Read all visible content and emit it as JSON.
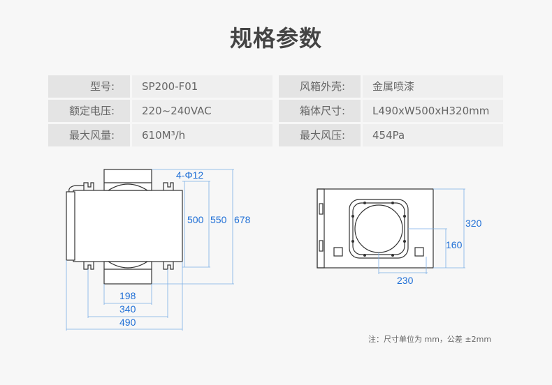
{
  "title": "规格参数",
  "specs": [
    {
      "label": "型号:",
      "value": "SP200-F01",
      "label2": "风箱外壳:",
      "value2": "金属喷漆"
    },
    {
      "label": "额定电压:",
      "value": "220~240VAC",
      "label2": "箱体尺寸:",
      "value2": "L490xW500xH320mm"
    },
    {
      "label": "最大风量:",
      "value": "610M³/h",
      "label2": "最大风压:",
      "value2": "454Pa"
    }
  ],
  "drawing_left": {
    "holes": "4-Φ12",
    "h1": "500",
    "h2": "550",
    "h3": "678",
    "w1": "198",
    "w2": "340",
    "w3": "490"
  },
  "drawing_right": {
    "h1": "320",
    "h2": "160",
    "w1": "230"
  },
  "note": "注：尺寸单位为 mm，公差 ±2mm"
}
